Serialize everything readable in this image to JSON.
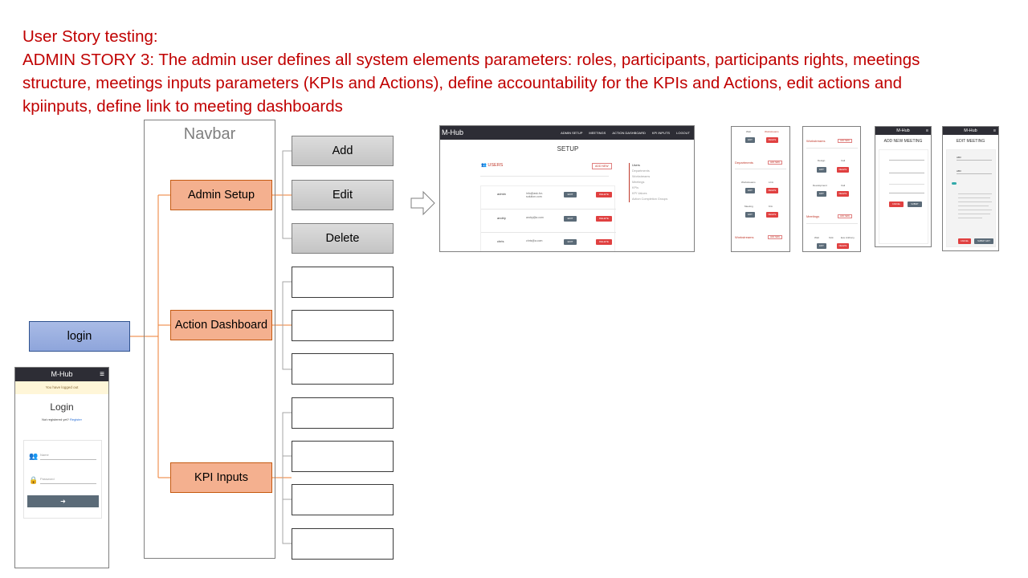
{
  "title": {
    "line1": "User Story testing:",
    "line2": "ADMIN STORY 3: The admin user defines all system elements parameters: roles, participants, participants rights, meetings",
    "line3": "structure, meetings inputs parameters (KPIs and Actions), define accountability for the KPIs and Actions, edit actions and",
    "line4": "kpiinputs, define link to meeting dashboards"
  },
  "navbar": {
    "label": "Navbar",
    "items": [
      {
        "label": "Admin Setup"
      },
      {
        "label": "Action Dashboard"
      },
      {
        "label": "KPI Inputs"
      }
    ]
  },
  "actions": [
    "Add",
    "Edit",
    "Delete"
  ],
  "login_box": "login",
  "colors": {
    "title": "#c00000",
    "orange": "#f4b08f",
    "orange_border": "#c55a11",
    "login_blue": "#8fa6dc",
    "danger": "#e04040"
  },
  "login_screen": {
    "brand": "M-Hub",
    "menu_icon": "hamburger-icon",
    "alert": "You have logged out",
    "heading": "Login",
    "register_prompt": "Not registered yet?",
    "register_link": "Register",
    "name_placeholder": "Name",
    "password_placeholder": "Password",
    "submit_icon": "sign-in-icon"
  },
  "setup_screen": {
    "brand": "M-Hub",
    "nav": [
      "ADMIN SETUP",
      "MEETINGS",
      "ACTION DASHBOARD",
      "KPI INPUTS",
      "LOGOUT"
    ],
    "heading": "SETUP",
    "section": "USERS",
    "add_new": "ADD NEW",
    "users": [
      {
        "name": "admin",
        "email": "info@ask-for-solution.com"
      },
      {
        "name": "andriy",
        "email": "andry@a.com"
      },
      {
        "name": "chris",
        "email": "chris@a.com"
      }
    ],
    "edit_label": "EDIT",
    "delete_label": "DELETE",
    "side_menu": [
      "Users",
      "Departments",
      "Workstreams",
      "Meetings",
      "KPIs",
      "KPI Values",
      "Action Completion Groups"
    ]
  },
  "thumb_departments": {
    "row_name": "Web",
    "row_value": "Workstreams",
    "section": "Departments",
    "add_new": "ADD NEW",
    "rows": [
      [
        "Workstreams",
        "LCA"
      ],
      [
        "Meeting",
        "K/A"
      ]
    ],
    "edit_label": "EDIT",
    "delete_label": "DELETE",
    "section2": "Workstreams"
  },
  "thumb_workstreams": {
    "section": "Workstreams",
    "add_new": "ADD NEW",
    "rows": [
      [
        "Design",
        "Cali"
      ],
      [
        "Development",
        "Cali"
      ]
    ],
    "edit_label": "EDIT",
    "delete_label": "DELETE",
    "section2": "Meetings",
    "row3": [
      "Web",
      "Kick",
      "Eve Anthony"
    ]
  },
  "thumb_add_meeting": {
    "brand": "M-Hub",
    "heading": "ADD NEW MEETING",
    "cancel": "CANCEL",
    "submit": "SUBMIT"
  },
  "thumb_edit_meeting": {
    "brand": "M-Hub",
    "heading": "EDIT MEETING",
    "field1": "AB3",
    "field2": "AB3",
    "cancel": "CANCEL",
    "submit": "SUBMIT EDIT"
  }
}
